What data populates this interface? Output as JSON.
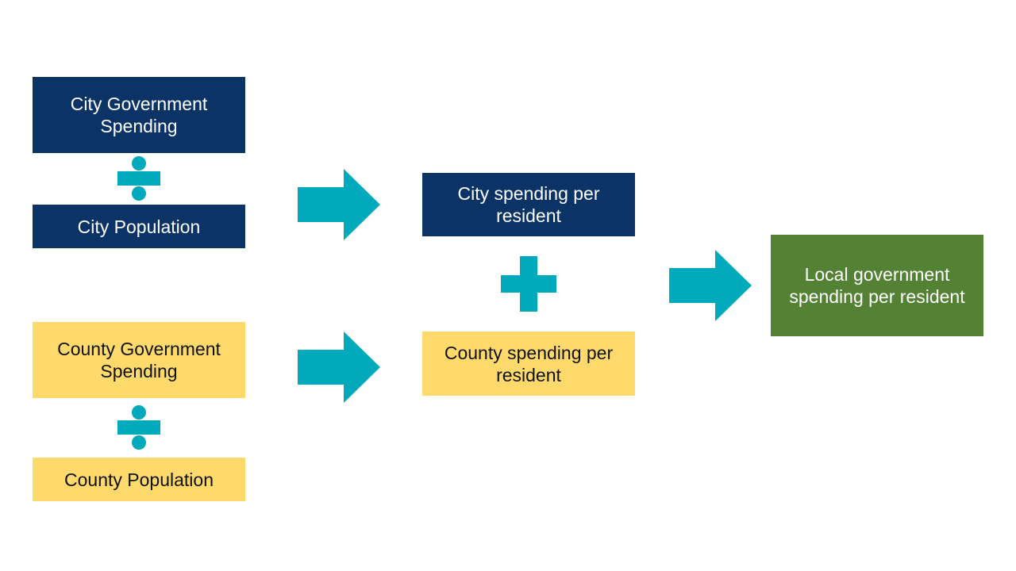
{
  "colors": {
    "navy": "#0b3366",
    "yellow": "#fed96b",
    "green": "#548235",
    "teal": "#00a9bb"
  },
  "boxes": {
    "city_spending": "City Government Spending",
    "city_population": "City Population",
    "county_spending": "County Government Spending",
    "county_population": "County Population",
    "city_per_resident": "City spending per resident",
    "county_per_resident": "County spending per resident",
    "local_per_resident": "Local government spending per resident"
  },
  "icons": {
    "divide": "divide-icon",
    "plus": "plus-icon",
    "arrow": "arrow-right-icon"
  }
}
